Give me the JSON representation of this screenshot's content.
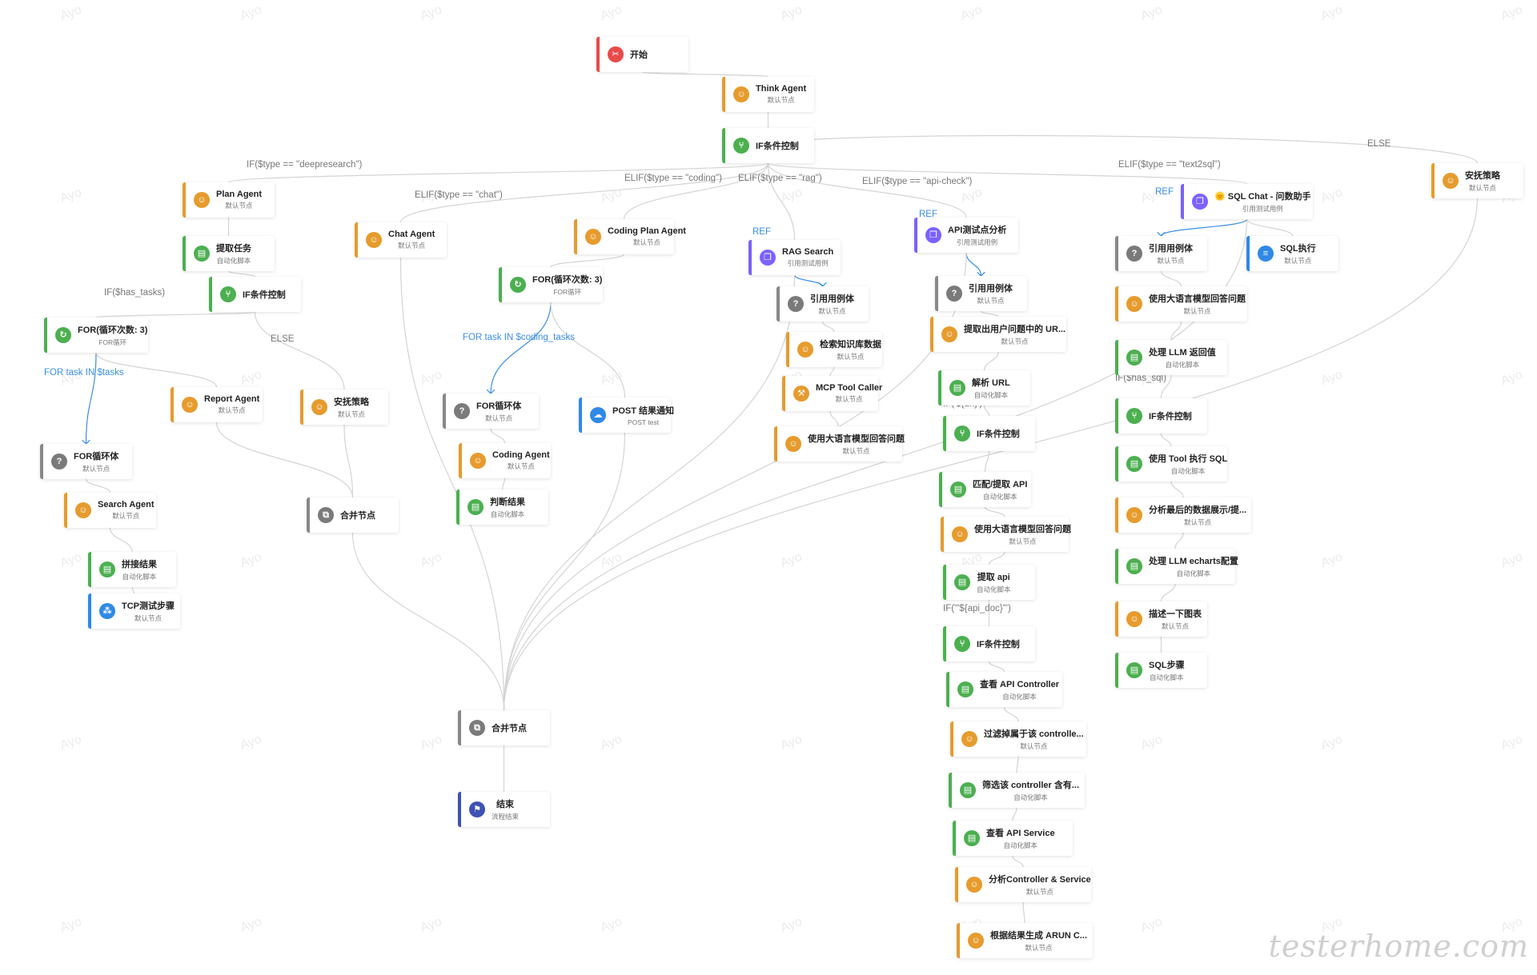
{
  "watermark": "Ayo",
  "brand": "testerhome.com",
  "nodes": [
    {
      "id": "start",
      "title": "开始",
      "sub": "",
      "kind": "red",
      "icon": "tools-icon"
    },
    {
      "id": "think",
      "title": "Think Agent",
      "sub": "默认节点",
      "kind": "orange",
      "icon": "robot-icon"
    },
    {
      "id": "if_main",
      "title": "IF条件控制",
      "sub": "",
      "kind": "green",
      "icon": "branch-icon"
    },
    {
      "id": "plan",
      "title": "Plan Agent",
      "sub": "默认节点",
      "kind": "orange",
      "icon": "robot-icon"
    },
    {
      "id": "extract_task",
      "title": "提取任务",
      "sub": "自动化脚本",
      "kind": "green",
      "icon": "script-icon"
    },
    {
      "id": "if_tasks",
      "title": "IF条件控制",
      "sub": "",
      "kind": "green",
      "icon": "branch-icon"
    },
    {
      "id": "for_left",
      "title": "FOR(循环次数: 3)",
      "sub": "FOR循环",
      "kind": "green",
      "icon": "loop-icon"
    },
    {
      "id": "for_body_left",
      "title": "FOR循环体",
      "sub": "默认节点",
      "kind": "gray",
      "icon": "question-icon"
    },
    {
      "id": "search_agent",
      "title": "Search Agent",
      "sub": "默认节点",
      "kind": "orange",
      "icon": "robot-icon"
    },
    {
      "id": "concat",
      "title": "拼接结果",
      "sub": "自动化脚本",
      "kind": "green",
      "icon": "script-icon"
    },
    {
      "id": "tcp",
      "title": "TCP测试步骤",
      "sub": "默认节点",
      "kind": "blue",
      "icon": "network-icon"
    },
    {
      "id": "report",
      "title": "Report Agent",
      "sub": "默认节点",
      "kind": "orange",
      "icon": "robot-icon"
    },
    {
      "id": "comfort_left",
      "title": "安抚策略",
      "sub": "默认节点",
      "kind": "orange",
      "icon": "robot-icon"
    },
    {
      "id": "merge_left",
      "title": "合并节点",
      "sub": "",
      "kind": "gray",
      "icon": "merge-icon"
    },
    {
      "id": "chat_agent",
      "title": "Chat Agent",
      "sub": "默认节点",
      "kind": "orange",
      "icon": "robot-icon"
    },
    {
      "id": "coding_plan",
      "title": "Coding Plan Agent",
      "sub": "默认节点",
      "kind": "orange",
      "icon": "robot-icon"
    },
    {
      "id": "for_code",
      "title": "FOR(循环次数: 3)",
      "sub": "FOR循环",
      "kind": "green",
      "icon": "loop-icon"
    },
    {
      "id": "for_body_code",
      "title": "FOR循环体",
      "sub": "默认节点",
      "kind": "gray",
      "icon": "question-icon"
    },
    {
      "id": "coding_agent",
      "title": "Coding Agent",
      "sub": "默认节点",
      "kind": "orange",
      "icon": "robot-icon"
    },
    {
      "id": "judge",
      "title": "判断结果",
      "sub": "自动化脚本",
      "kind": "green",
      "icon": "script-icon"
    },
    {
      "id": "post_notify",
      "title": "POST 结果通知",
      "sub": "POST test",
      "kind": "blue",
      "icon": "cloud-icon"
    },
    {
      "id": "rag_search",
      "title": "RAG Search",
      "sub": "引用测试用例",
      "kind": "purple",
      "icon": "copy-icon"
    },
    {
      "id": "ref_rag",
      "title": "引用用例体",
      "sub": "默认节点",
      "kind": "gray",
      "icon": "question-icon"
    },
    {
      "id": "kb",
      "title": "检索知识库数据",
      "sub": "默认节点",
      "kind": "orange",
      "icon": "robot-icon"
    },
    {
      "id": "mcp",
      "title": "MCP Tool Caller",
      "sub": "默认节点",
      "kind": "orange",
      "icon": "tool-icon"
    },
    {
      "id": "llm_rag",
      "title": "使用大语言模型回答问题",
      "sub": "默认节点",
      "kind": "orange",
      "icon": "robot-icon"
    },
    {
      "id": "api_check",
      "title": "API测试点分析",
      "sub": "引用测试用例",
      "kind": "purple",
      "icon": "copy-icon"
    },
    {
      "id": "ref_api",
      "title": "引用用例体",
      "sub": "默认节点",
      "kind": "gray",
      "icon": "question-icon"
    },
    {
      "id": "extract_url",
      "title": "提取出用户问题中的 UR...",
      "sub": "默认节点",
      "kind": "orange",
      "icon": "robot-icon"
    },
    {
      "id": "parse_url",
      "title": "解析 URL",
      "sub": "自动化脚本",
      "kind": "green",
      "icon": "script-icon"
    },
    {
      "id": "if_url",
      "title": "IF条件控制",
      "sub": "",
      "kind": "green",
      "icon": "branch-icon"
    },
    {
      "id": "match_api",
      "title": "匹配/提取 API",
      "sub": "自动化脚本",
      "kind": "green",
      "icon": "script-icon"
    },
    {
      "id": "llm_api",
      "title": "使用大语言模型回答问题",
      "sub": "默认节点",
      "kind": "orange",
      "icon": "robot-icon"
    },
    {
      "id": "extract_api",
      "title": "提取 api",
      "sub": "自动化脚本",
      "kind": "green",
      "icon": "script-icon"
    },
    {
      "id": "if_doc",
      "title": "IF条件控制",
      "sub": "",
      "kind": "green",
      "icon": "branch-icon"
    },
    {
      "id": "view_ctrl",
      "title": "查看 API Controller",
      "sub": "自动化脚本",
      "kind": "green",
      "icon": "script-icon"
    },
    {
      "id": "filter_ctrl",
      "title": "过滤掉属于该 controlle...",
      "sub": "默认节点",
      "kind": "orange",
      "icon": "robot-icon"
    },
    {
      "id": "pick_ctrl",
      "title": "筛选该 controller 含有...",
      "sub": "自动化脚本",
      "kind": "green",
      "icon": "script-icon"
    },
    {
      "id": "view_svc",
      "title": "查看 API Service",
      "sub": "自动化脚本",
      "kind": "green",
      "icon": "script-icon"
    },
    {
      "id": "analyze",
      "title": "分析Controller & Service",
      "sub": "默认节点",
      "kind": "orange",
      "icon": "robot-icon"
    },
    {
      "id": "gen_arun",
      "title": "根据结果生成 ARUN C...",
      "sub": "默认节点",
      "kind": "orange",
      "icon": "robot-icon"
    },
    {
      "id": "sql_chat",
      "title": "🌞 SQL Chat - 问数助手",
      "sub": "引用测试用例",
      "kind": "purple",
      "icon": "copy-icon"
    },
    {
      "id": "ref_sql",
      "title": "引用用例体",
      "sub": "默认节点",
      "kind": "gray",
      "icon": "question-icon"
    },
    {
      "id": "sql_exec",
      "title": "SQL执行",
      "sub": "默认节点",
      "kind": "blue",
      "icon": "database-icon"
    },
    {
      "id": "llm_sql",
      "title": "使用大语言模型回答问题",
      "sub": "默认节点",
      "kind": "orange",
      "icon": "robot-icon"
    },
    {
      "id": "handle_llm",
      "title": "处理 LLM 返回值",
      "sub": "自动化脚本",
      "kind": "green",
      "icon": "script-icon"
    },
    {
      "id": "if_sql",
      "title": "IF条件控制",
      "sub": "",
      "kind": "green",
      "icon": "branch-icon"
    },
    {
      "id": "tool_sql",
      "title": "使用 Tool 执行 SQL",
      "sub": "自动化脚本",
      "kind": "green",
      "icon": "script-icon"
    },
    {
      "id": "analyze_data",
      "title": "分析最后的数据展示/提...",
      "sub": "默认节点",
      "kind": "orange",
      "icon": "robot-icon"
    },
    {
      "id": "echarts",
      "title": "处理 LLM echarts配置",
      "sub": "自动化脚本",
      "kind": "green",
      "icon": "script-icon"
    },
    {
      "id": "describe",
      "title": "描述一下图表",
      "sub": "默认节点",
      "kind": "orange",
      "icon": "robot-icon"
    },
    {
      "id": "sql_step",
      "title": "SQL步骤",
      "sub": "自动化脚本",
      "kind": "green",
      "icon": "script-icon"
    },
    {
      "id": "comfort_right",
      "title": "安抚策略",
      "sub": "默认节点",
      "kind": "orange",
      "icon": "robot-icon"
    },
    {
      "id": "merge_main",
      "title": "合并节点",
      "sub": "",
      "kind": "gray",
      "icon": "merge-icon"
    },
    {
      "id": "end",
      "title": "结束",
      "sub": "流程结束",
      "kind": "navy",
      "icon": "flag-icon"
    }
  ],
  "edge_labels": [
    {
      "id": "l_deep",
      "text": "IF($type == \"deepresearch\")",
      "style": "gray"
    },
    {
      "id": "l_chat",
      "text": "ELIF($type == \"chat\")",
      "style": "gray"
    },
    {
      "id": "l_coding",
      "text": "ELIF($type == \"coding\")",
      "style": "gray"
    },
    {
      "id": "l_rag",
      "text": "ELIF($type == \"rag\")",
      "style": "gray"
    },
    {
      "id": "l_api",
      "text": "ELIF($type == \"api-check\")",
      "style": "gray"
    },
    {
      "id": "l_sql",
      "text": "ELIF($type == \"text2sql\")",
      "style": "gray"
    },
    {
      "id": "l_else_top",
      "text": "ELSE",
      "style": "gray"
    },
    {
      "id": "l_has_tasks",
      "text": "IF($has_tasks)",
      "style": "gray"
    },
    {
      "id": "l_else_left",
      "text": "ELSE",
      "style": "gray"
    },
    {
      "id": "l_for_tasks",
      "text": "FOR task IN $tasks",
      "style": "blue"
    },
    {
      "id": "l_for_code",
      "text": "FOR task IN $coding_tasks",
      "style": "blue"
    },
    {
      "id": "l_ref_rag",
      "text": "REF",
      "style": "blue"
    },
    {
      "id": "l_ref_api",
      "text": "REF",
      "style": "blue"
    },
    {
      "id": "l_ref_sql",
      "text": "REF",
      "style": "blue"
    },
    {
      "id": "l_if_url",
      "text": "IF('${url}')",
      "style": "gray"
    },
    {
      "id": "l_if_doc",
      "text": "IF('\"${api_doc}\"')",
      "style": "gray"
    },
    {
      "id": "l_has_sql",
      "text": "IF($has_sql)",
      "style": "gray"
    }
  ]
}
